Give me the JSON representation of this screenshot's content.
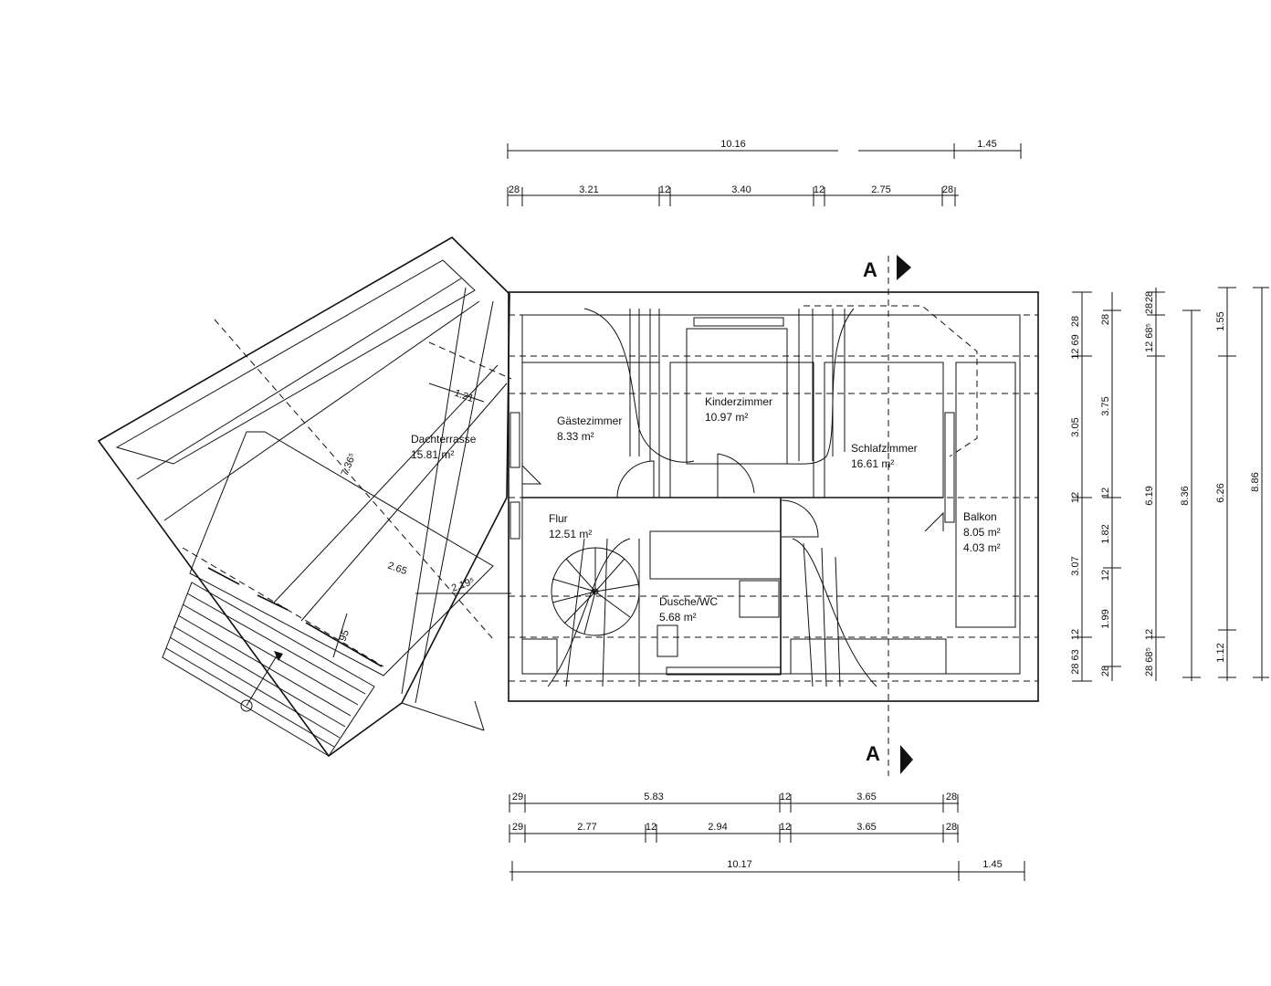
{
  "rooms": {
    "dachterrasse": {
      "name": "Dachterrasse",
      "area": "15.81 m²"
    },
    "gaestezimmer": {
      "name": "Gästezimmer",
      "area": "8.33 m²"
    },
    "kinderzimmer": {
      "name": "Kinderzimmer",
      "area": "10.97 m²"
    },
    "schlafzimmer": {
      "name": "Schlafzimmer",
      "area": "16.61 m²"
    },
    "flur": {
      "name": "Flur",
      "area": "12.51 m²"
    },
    "dusche": {
      "name": "Dusche/WC",
      "area": "5.68 m²"
    },
    "balkon": {
      "name": "Balkon",
      "area1": "8.05 m²",
      "area2": "4.03 m²"
    }
  },
  "section_marker": "A",
  "dims_top": {
    "row1": [
      "10.16",
      "1.45"
    ],
    "row2": [
      "28",
      "3.21",
      "12",
      "3.40",
      "12",
      "2.75",
      "28"
    ]
  },
  "dims_bottom": {
    "row1": [
      "29",
      "5.83",
      "12",
      "3.65",
      "28"
    ],
    "row2": [
      "29",
      "2.77",
      "12",
      "2.94",
      "12",
      "3.65",
      "28"
    ],
    "row3": [
      "10.17",
      "1.45"
    ]
  },
  "dims_right": {
    "col1": [
      "28",
      "12 69",
      "3.05",
      "12",
      "3.07",
      "12",
      "28 63"
    ],
    "col2": [
      "28",
      "3.75",
      "12",
      "1.82",
      "12",
      "1.99",
      "28"
    ],
    "col3": [
      "12 68⁵",
      "28",
      "28",
      "6.19",
      "12",
      "28 68⁵"
    ],
    "col4": [
      "8.36"
    ],
    "col5": [
      "1.55",
      "6.26",
      "1.12"
    ],
    "col6": [
      "8.86"
    ]
  },
  "dims_terrace": [
    "1.21",
    "7.36⁵",
    "2.65",
    "2.19⁵",
    "95"
  ]
}
